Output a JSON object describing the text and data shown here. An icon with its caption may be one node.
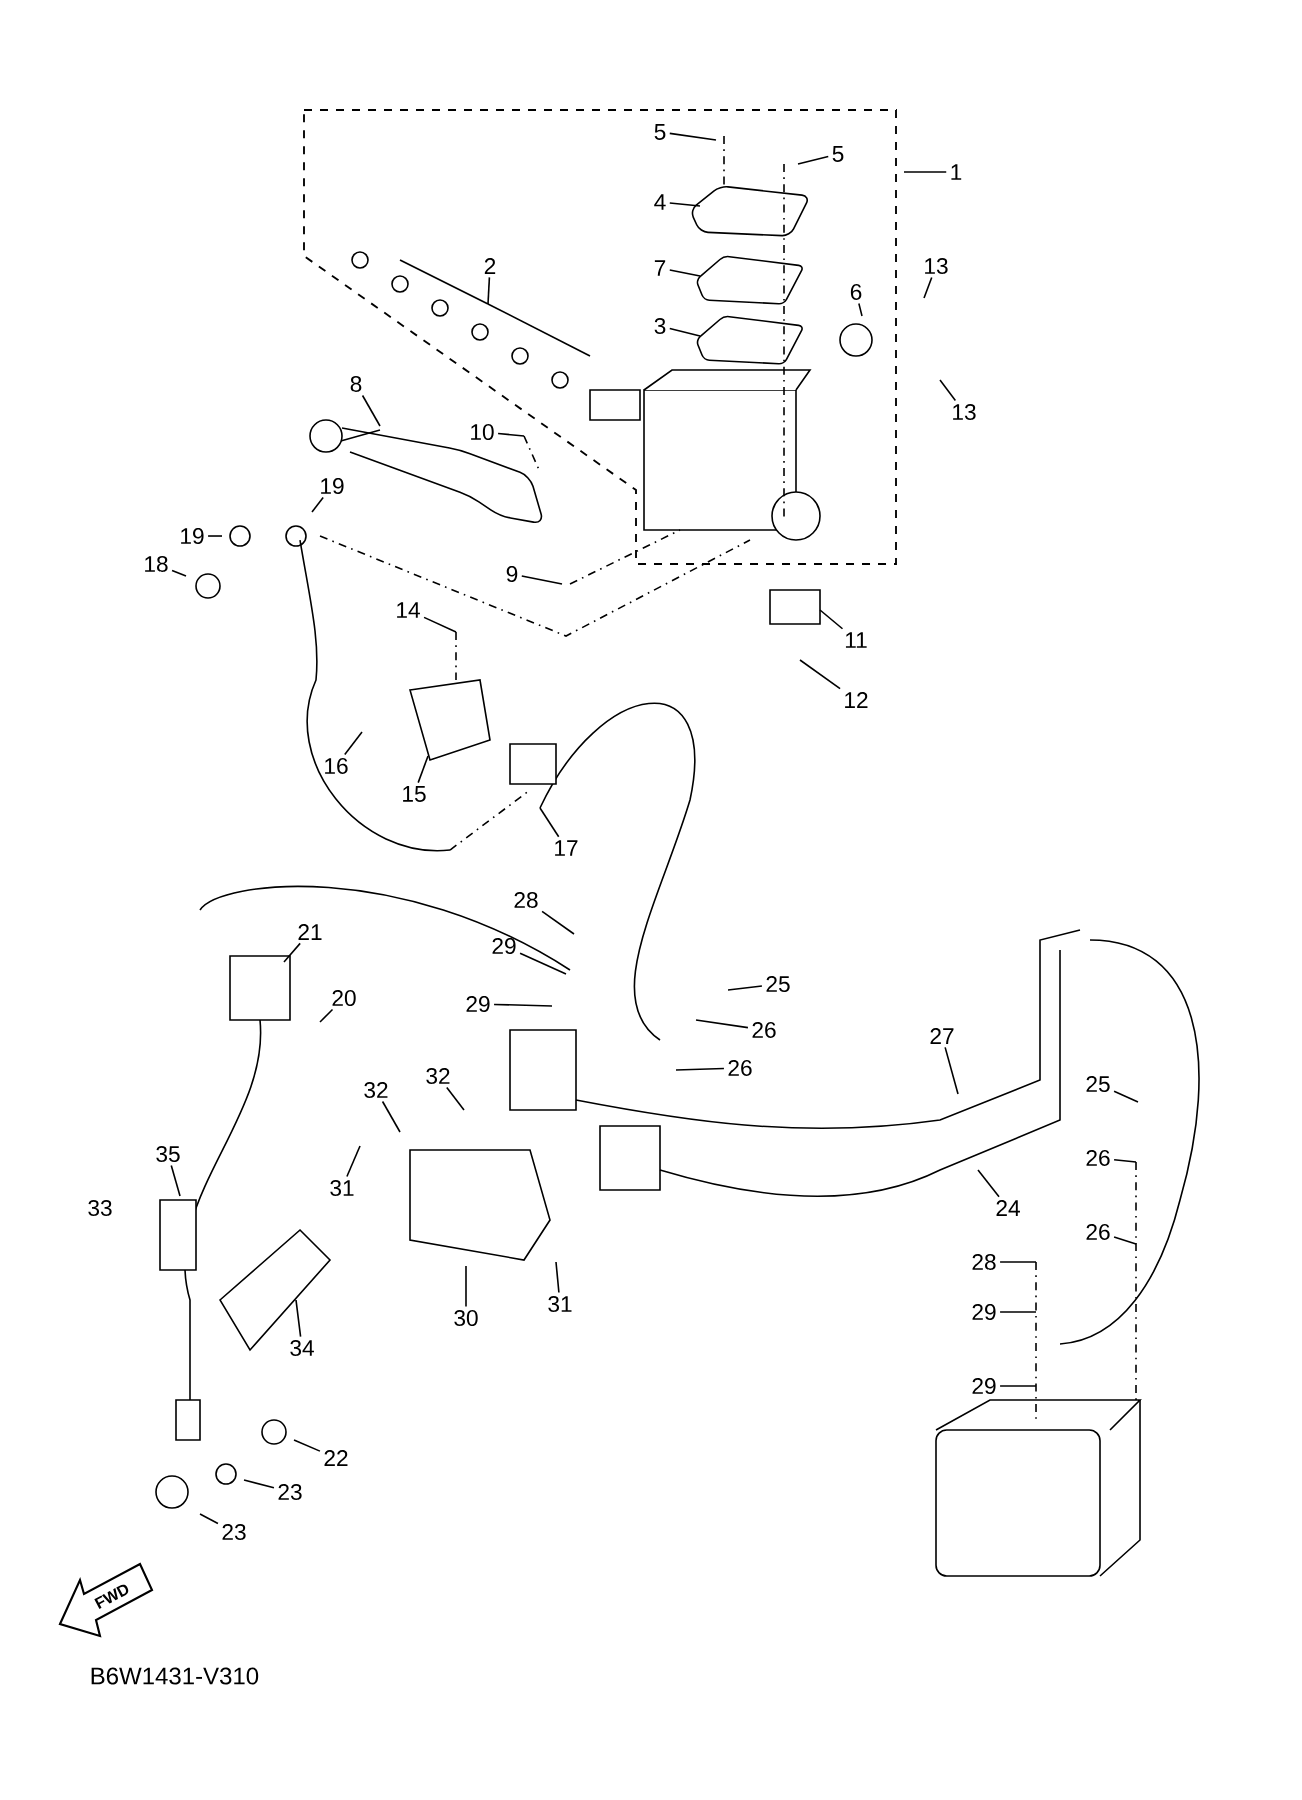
{
  "diagram": {
    "nodes": [
      {
        "text": [
          "5"
        ]
      },
      {
        "text": [
          "5"
        ]
      },
      {
        "text": [
          "1"
        ]
      },
      {
        "text": [
          "4"
        ]
      },
      {
        "text": [
          "2"
        ]
      },
      {
        "text": [
          "7"
        ]
      },
      {
        "text": [
          "13"
        ]
      },
      {
        "text": [
          "6"
        ]
      },
      {
        "text": [
          "3"
        ]
      },
      {
        "text": [
          "8"
        ]
      },
      {
        "text": [
          "13"
        ]
      },
      {
        "text": [
          "10"
        ]
      },
      {
        "text": [
          "19"
        ]
      },
      {
        "text": [
          "19"
        ]
      },
      {
        "text": [
          "18"
        ]
      },
      {
        "text": [
          "9"
        ]
      },
      {
        "text": [
          "14"
        ]
      },
      {
        "text": [
          "11"
        ]
      },
      {
        "text": [
          "12"
        ]
      },
      {
        "text": [
          "16"
        ]
      },
      {
        "text": [
          "15"
        ]
      },
      {
        "text": [
          "17"
        ]
      },
      {
        "text": [
          "28"
        ]
      },
      {
        "text": [
          "21"
        ]
      },
      {
        "text": [
          "29"
        ]
      },
      {
        "text": [
          "25"
        ]
      },
      {
        "text": [
          "20"
        ]
      },
      {
        "text": [
          "29"
        ]
      },
      {
        "text": [
          "26"
        ]
      },
      {
        "text": [
          "27"
        ]
      },
      {
        "text": [
          "26"
        ]
      },
      {
        "text": [
          "32"
        ]
      },
      {
        "text": [
          "25"
        ]
      },
      {
        "text": [
          "32"
        ]
      },
      {
        "text": [
          "26"
        ]
      },
      {
        "text": [
          "31"
        ]
      },
      {
        "text": [
          "24"
        ]
      },
      {
        "text": [
          "35"
        ]
      },
      {
        "text": [
          "26"
        ]
      },
      {
        "text": [
          "28"
        ]
      },
      {
        "text": [
          "31"
        ]
      },
      {
        "text": [
          "29"
        ]
      },
      {
        "text": [
          "30"
        ]
      },
      {
        "text": [
          "34"
        ]
      },
      {
        "text": [
          "29"
        ]
      },
      {
        "text": [
          "22"
        ]
      },
      {
        "text": [
          "23"
        ]
      },
      {
        "text": [
          "23"
        ]
      }
    ],
    "edges": [
      {
        "from": 0,
        "to": null,
        "arrow": "none"
      },
      {
        "from": 1,
        "to": null,
        "arrow": "none"
      },
      {
        "from": 2,
        "to": null,
        "arrow": "none"
      },
      {
        "from": 3,
        "to": null,
        "arrow": "none"
      },
      {
        "from": 4,
        "to": null,
        "arrow": "none"
      },
      {
        "from": 5,
        "to": null,
        "arrow": "none"
      },
      {
        "from": 6,
        "to": null,
        "arrow": "none"
      },
      {
        "from": 7,
        "to": null,
        "arrow": "none"
      },
      {
        "from": 8,
        "to": null,
        "arrow": "none"
      },
      {
        "from": 9,
        "to": null,
        "arrow": "none"
      },
      {
        "from": 10,
        "to": null,
        "arrow": "none"
      },
      {
        "from": 11,
        "to": null,
        "arrow": "none"
      },
      {
        "from": 12,
        "to": null,
        "arrow": "none"
      },
      {
        "from": 13,
        "to": null,
        "arrow": "none"
      },
      {
        "from": 14,
        "to": null,
        "arrow": "none"
      },
      {
        "from": 15,
        "to": null,
        "arrow": "none"
      },
      {
        "from": 16,
        "to": null,
        "arrow": "none"
      },
      {
        "from": 17,
        "to": null,
        "arrow": "none"
      },
      {
        "from": 18,
        "to": null,
        "arrow": "none"
      },
      {
        "from": 19,
        "to": null,
        "arrow": "none"
      },
      {
        "from": 20,
        "to": null,
        "arrow": "none"
      },
      {
        "from": 21,
        "to": null,
        "arrow": "none"
      },
      {
        "from": 22,
        "to": null,
        "arrow": "none"
      },
      {
        "from": 23,
        "to": null,
        "arrow": "none"
      },
      {
        "from": 24,
        "to": null,
        "arrow": "none"
      },
      {
        "from": 25,
        "to": null,
        "arrow": "none"
      },
      {
        "from": 26,
        "to": null,
        "arrow": "none"
      },
      {
        "from": 27,
        "to": null,
        "arrow": "none"
      },
      {
        "from": 28,
        "to": null,
        "arrow": "none"
      },
      {
        "from": 29,
        "to": null,
        "arrow": "none"
      },
      {
        "from": 30,
        "to": null,
        "arrow": "none"
      },
      {
        "from": 31,
        "to": null,
        "arrow": "none"
      },
      {
        "from": 32,
        "to": null,
        "arrow": "none"
      },
      {
        "from": 33,
        "to": null,
        "arrow": "none"
      },
      {
        "from": 34,
        "to": null,
        "arrow": "none"
      },
      {
        "from": 35,
        "to": null,
        "arrow": "none"
      },
      {
        "from": 36,
        "to": null,
        "arrow": "none"
      },
      {
        "from": 37,
        "to": null,
        "arrow": "none"
      },
      {
        "from": 38,
        "to": null,
        "arrow": "none"
      },
      {
        "from": 39,
        "to": null,
        "arrow": "none"
      },
      {
        "from": 40,
        "to": null,
        "arrow": "none"
      },
      {
        "from": 41,
        "to": null,
        "arrow": "none"
      },
      {
        "from": 42,
        "to": null,
        "arrow": "none"
      },
      {
        "from": 43,
        "to": null,
        "arrow": "none"
      },
      {
        "from": 44,
        "to": null,
        "arrow": "none"
      },
      {
        "from": 45,
        "to": null,
        "arrow": "none"
      },
      {
        "from": 46,
        "to": null,
        "arrow": "none"
      },
      {
        "from": 47,
        "to": null,
        "arrow": "none"
      }
    ],
    "labels": [
      "33",
      "FWD",
      "B6W1431-V310"
    ]
  }
}
